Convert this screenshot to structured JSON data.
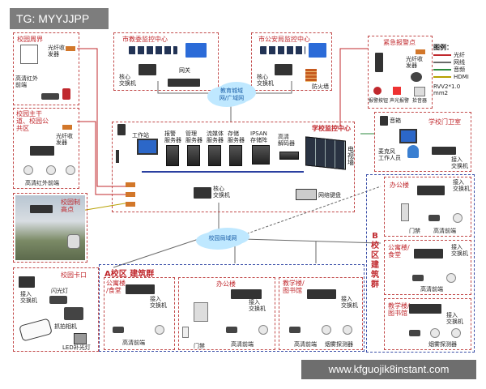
{
  "tag": "TG: MYYJJPP",
  "watermark": "www.kfguojik8instant.com",
  "legend": {
    "title": "图例：",
    "items": [
      {
        "label": "光纤",
        "color": "#c0282d"
      },
      {
        "label": "网线",
        "color": "#6a6a6a"
      },
      {
        "label": "音频",
        "color": "#2b8a3e"
      },
      {
        "label": "HDMI",
        "color": "#b7a000"
      }
    ],
    "cable": "RVV2*1.0",
    "cable_unit": "mm2"
  },
  "top": {
    "edu_center": {
      "title": "市教委监控中心",
      "core_switch": "核心\n交换机",
      "gateway": "网关"
    },
    "police_center": {
      "title": "市公安局监控中心",
      "core_switch": "核心\n交换机",
      "firewall": "防火墙"
    },
    "edu_network": "教育城域\n网/广域网"
  },
  "campus_perimeter": {
    "title": "校园周界",
    "fiber": "光纤收\n发器",
    "camera": "高清红外\n前端"
  },
  "campus_main_road": {
    "title": "校园主干\n道、校园公\n共区",
    "fiber": "光纤收\n发器",
    "camera": "高清红外前端"
  },
  "campus_high_point": {
    "title": "校园制\n高点"
  },
  "campus_gate": {
    "title": "校园卡口",
    "switch": "接入\n交换机",
    "flash": "闪光灯",
    "capture": "抓拍相机",
    "led": "LED补光灯"
  },
  "monitor_center": {
    "title": "学校监控中心",
    "workstation": "工作站",
    "servers": [
      "报警\n服务器",
      "管理\n服务器",
      "流媒体\n服务器",
      "存储\n服务器",
      "IPSAN\n存储阵",
      "高清\n解码器"
    ],
    "video_wall": "电\n视\n墙",
    "core_switch": "核心\n交换机",
    "keyboard": "网络键盘"
  },
  "campus_lan": "校园局域网",
  "emergency": {
    "title": "紧急报警点",
    "fiber": "光纤收\n发器",
    "alarm_button": "报警按钮",
    "alarm_light": "声光报警",
    "alarm_speaker": "拾音器"
  },
  "gate_room": {
    "title": "学校门卫室",
    "speaker": "音箱",
    "mic": "麦克风\n工作人员",
    "switch": "接入\n交换机"
  },
  "zone_a": {
    "title": "A校区 建筑群",
    "dorm": {
      "title": "公寓楼\n/食堂",
      "switch": "接入\n交换机",
      "camera": "高清前端"
    },
    "office": {
      "title": "办公楼",
      "switch": "接入\n交换机",
      "door": "门禁",
      "camera": "高清前端"
    },
    "teaching": {
      "title": "教学楼/\n图书馆",
      "switch": "接入\n交换机",
      "camera": "高清前端",
      "smoke": "烟雾探测器"
    }
  },
  "zone_b": {
    "title": "B\n校\n区\n建\n筑\n群",
    "office": {
      "title": "办公楼",
      "switch": "接入\n交换机",
      "door": "门禁",
      "camera": "高清前端"
    },
    "dorm": {
      "title": "公寓楼/\n食堂",
      "switch": "接入\n交换机",
      "camera": "高清前端"
    },
    "teaching": {
      "title": "教学楼/\n图书馆",
      "switch": "接入\n交换机",
      "smoke": "烟雾探测器"
    }
  }
}
